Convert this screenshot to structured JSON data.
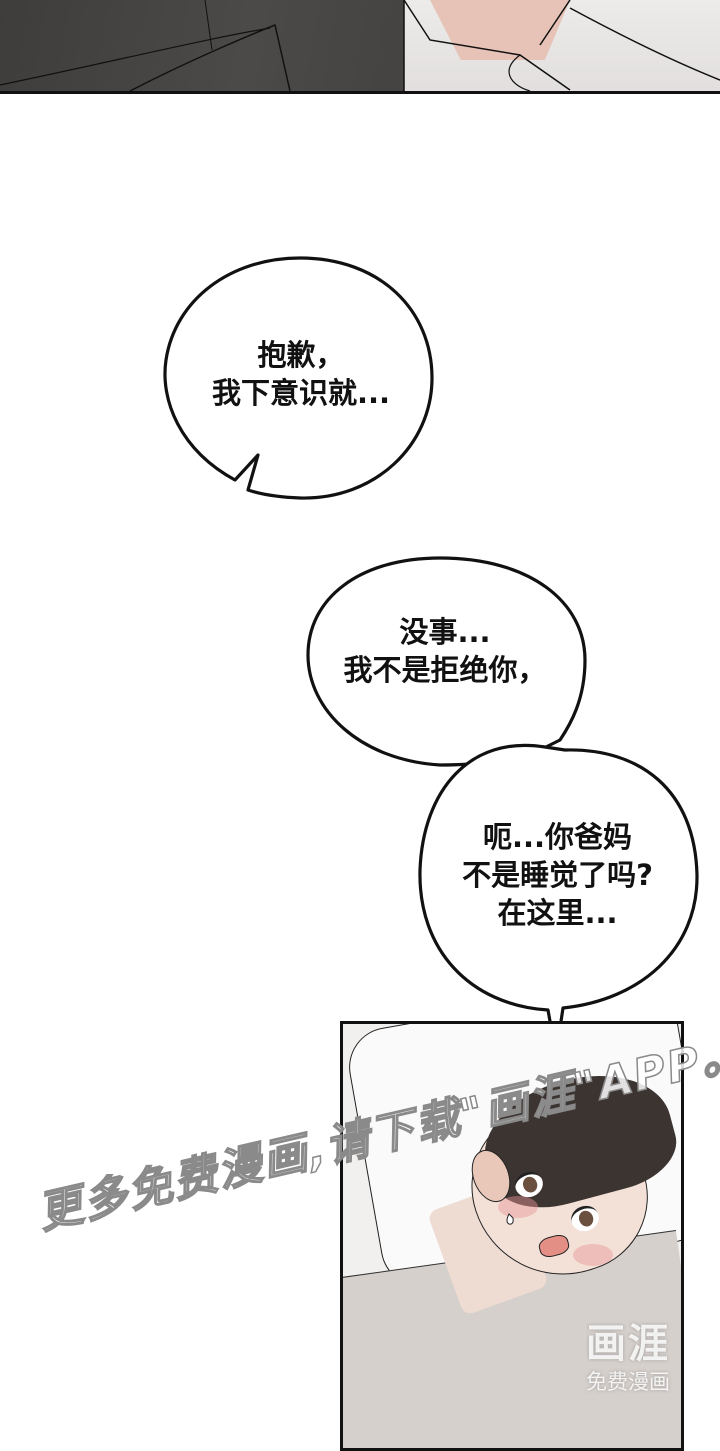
{
  "page": {
    "type": "webcomic-strip",
    "background": "#ffffff",
    "panel_border_color": "#111111"
  },
  "panels": {
    "top": {
      "description": "Close-up of two figures' clothing: dark coat on left, light shirt collar on right",
      "colors": {
        "coat": "#4a4847",
        "shirt": "#e6e3e2",
        "skin": "#e6c3b6"
      }
    },
    "bottom": {
      "description": "Young man with dark curly hair lying on white pillow, blushing with sweat drop, mouth open",
      "colors": {
        "hair": "#3c3430",
        "skin": "#f3e1d8",
        "shirt": "#d6d0cc",
        "pillow": "#fafafa"
      }
    }
  },
  "bubbles": [
    {
      "id": "bubble-1",
      "lines": [
        "抱歉，",
        "我下意识就..."
      ]
    },
    {
      "id": "bubble-2",
      "lines": [
        "没事...",
        "我不是拒绝你，"
      ]
    },
    {
      "id": "bubble-3",
      "lines": [
        "呃...你爸妈",
        "不是睡觉了吗?",
        "在这里..."
      ]
    }
  ],
  "bubble_text": {
    "b1": "抱歉，\n我下意识就...",
    "b2": "没事...\n我不是拒绝你，",
    "b3": "呃...你爸妈\n不是睡觉了吗?\n在这里..."
  },
  "watermarks": {
    "diagonal": "更多免费漫画,请下载\"画涯\"APP。",
    "logo_big": "画涯",
    "logo_small": "免费漫画"
  }
}
